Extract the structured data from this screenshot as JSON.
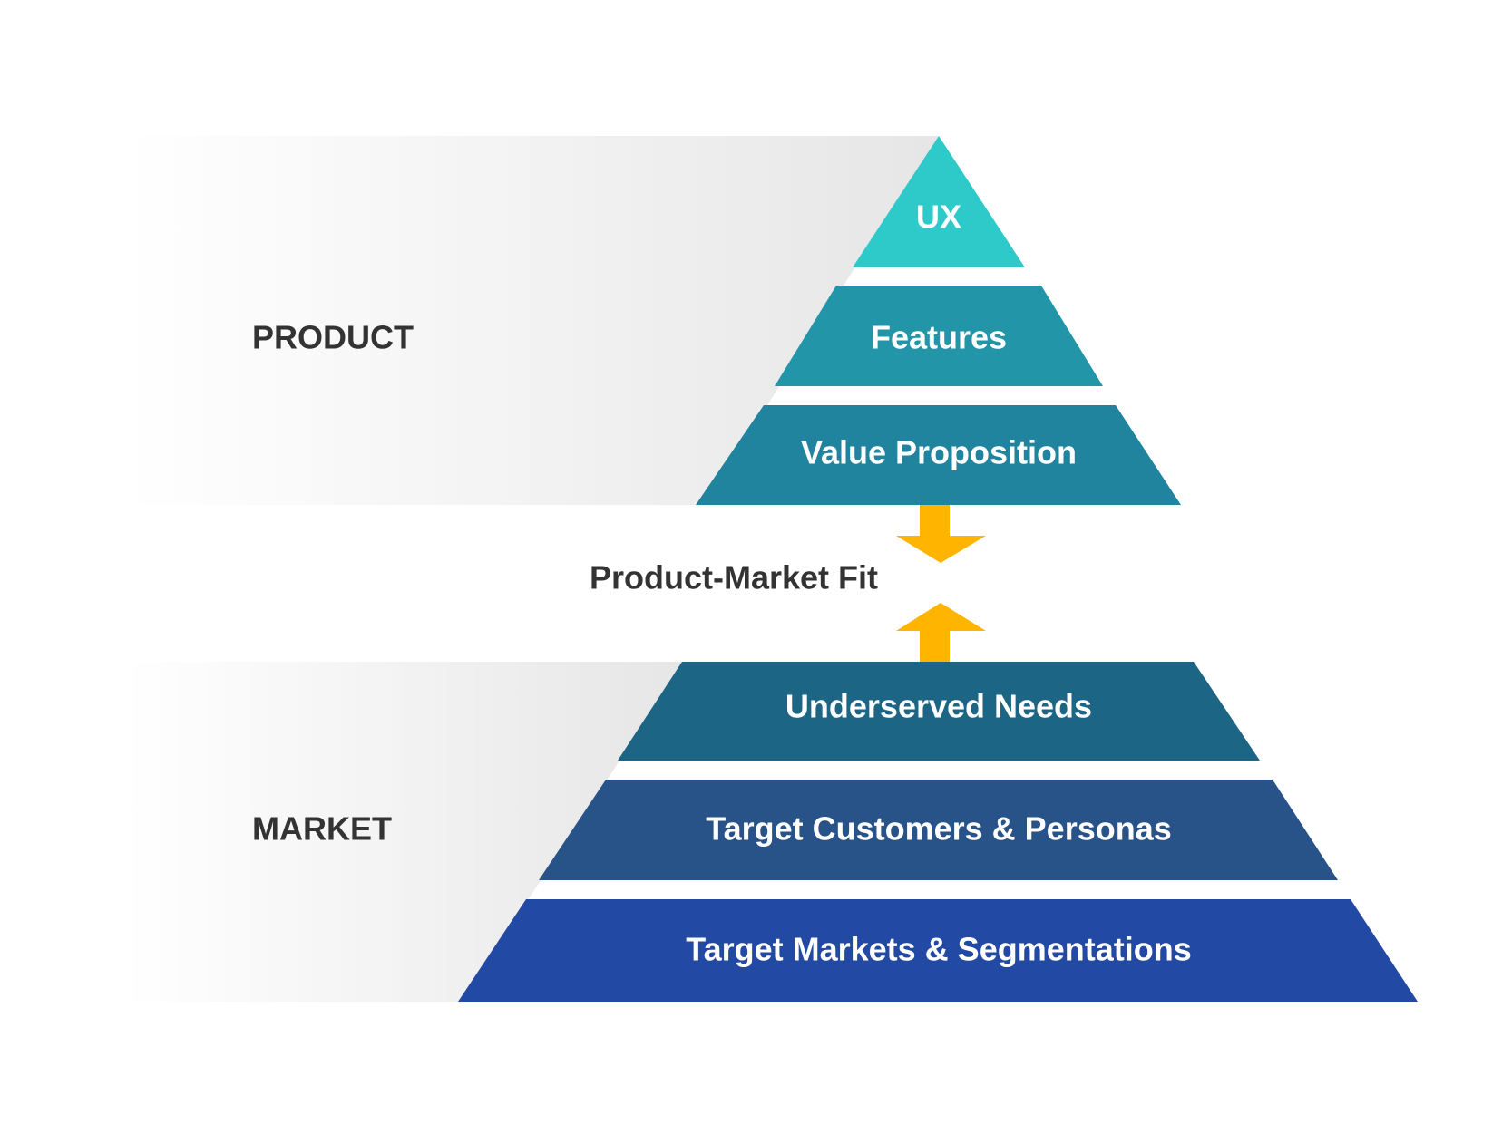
{
  "diagram": {
    "sections": {
      "product": {
        "label": "PRODUCT"
      },
      "market": {
        "label": "MARKET"
      }
    },
    "fit_label": "Product-Market Fit",
    "product_layers": [
      {
        "label": "UX",
        "color": "#2ec9c9"
      },
      {
        "label": "Features",
        "color": "#2395a8"
      },
      {
        "label": "Value Proposition",
        "color": "#21849f"
      }
    ],
    "market_layers": [
      {
        "label": "Underserved Needs",
        "color": "#1d6585"
      },
      {
        "label": "Target Customers & Personas",
        "color": "#275389"
      },
      {
        "label": "Target Markets & Segmentations",
        "color": "#2249a3"
      }
    ],
    "colors": {
      "arrow": "#ffb400",
      "band_dark": "#e6e6e6",
      "band_light": "#ffffff",
      "text_dark": "#333333"
    }
  }
}
